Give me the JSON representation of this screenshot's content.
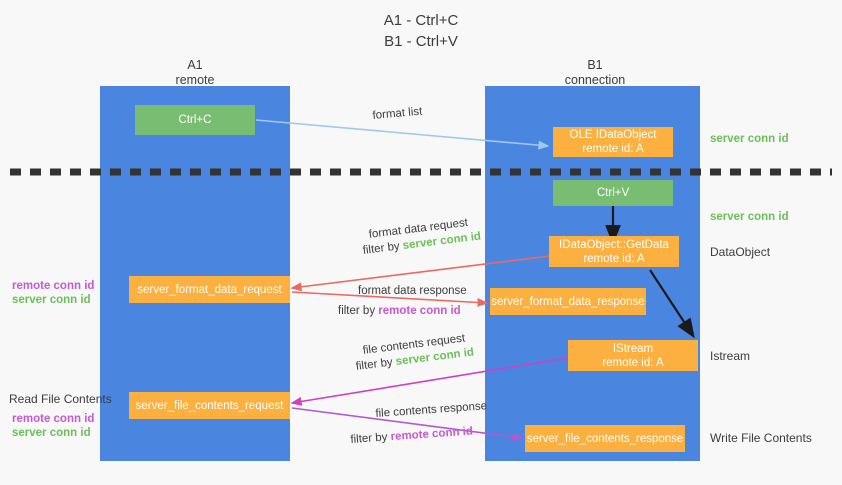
{
  "title": {
    "line1": "A1 - Ctrl+C",
    "line2": "B1 - Ctrl+V"
  },
  "columns": [
    {
      "name": "A1",
      "sub": "remote"
    },
    {
      "name": "B1",
      "sub": "connection"
    }
  ],
  "boxes": {
    "ctrl_c": {
      "label": "Ctrl+C"
    },
    "ctrl_v": {
      "label": "Ctrl+V"
    },
    "ole_dataobject": {
      "line1": "OLE IDataObject",
      "line2": "remote id: A"
    },
    "getdata": {
      "line1": "IDataObject::GetData",
      "line2": "remote id: A"
    },
    "istream": {
      "line1": "IStream",
      "line2": "remote id: A"
    },
    "server_format_data_request": {
      "label": "server_format_data_request"
    },
    "server_format_data_response": {
      "label": "server_format_data_response"
    },
    "server_file_contents_request": {
      "label": "server_file_contents_request"
    },
    "server_file_contents_response": {
      "label": "server_file_contents_response"
    }
  },
  "edge_labels": {
    "format_list": "format list",
    "format_data_request": "format data request",
    "format_data_request_filter_prefix": "filter by ",
    "format_data_request_filter_value": "server conn id",
    "format_data_response": "format data response",
    "format_data_response_filter_prefix": "filter by ",
    "format_data_response_filter_value": "remote conn id",
    "file_contents_request": "file contents request",
    "file_contents_request_filter_prefix": "filter by ",
    "file_contents_request_filter_value": "server conn id",
    "file_contents_response": "file contents response",
    "file_contents_response_filter_prefix": "filter by ",
    "file_contents_response_filter_value": "remote conn id"
  },
  "right_labels": {
    "server_conn_id_top": "server conn id",
    "server_conn_id_second": "server conn id",
    "dataobject": "DataObject",
    "istream": "Istream",
    "write_file_contents": "Write File Contents"
  },
  "left_labels": {
    "remote_conn_id_upper": "remote conn id",
    "server_conn_id_upper": "server conn id",
    "read_file_contents": "Read File Contents",
    "remote_conn_id_lower": "remote conn id",
    "server_conn_id_lower": "server conn id"
  },
  "colors": {
    "lane": "#4a86e0",
    "box_green": "#79bd72",
    "box_orange": "#fbb040",
    "arrow_light_blue": "#9fc8ec",
    "arrow_red": "#ea6a62",
    "arrow_magenta": "#cf3fc4",
    "arrow_purple": "#b05ad0",
    "arrow_black": "#1a1a1a",
    "text_green": "#6bbf59",
    "text_purple": "#c45ad0",
    "background": "#f8f8f8",
    "divider": "#333333"
  }
}
